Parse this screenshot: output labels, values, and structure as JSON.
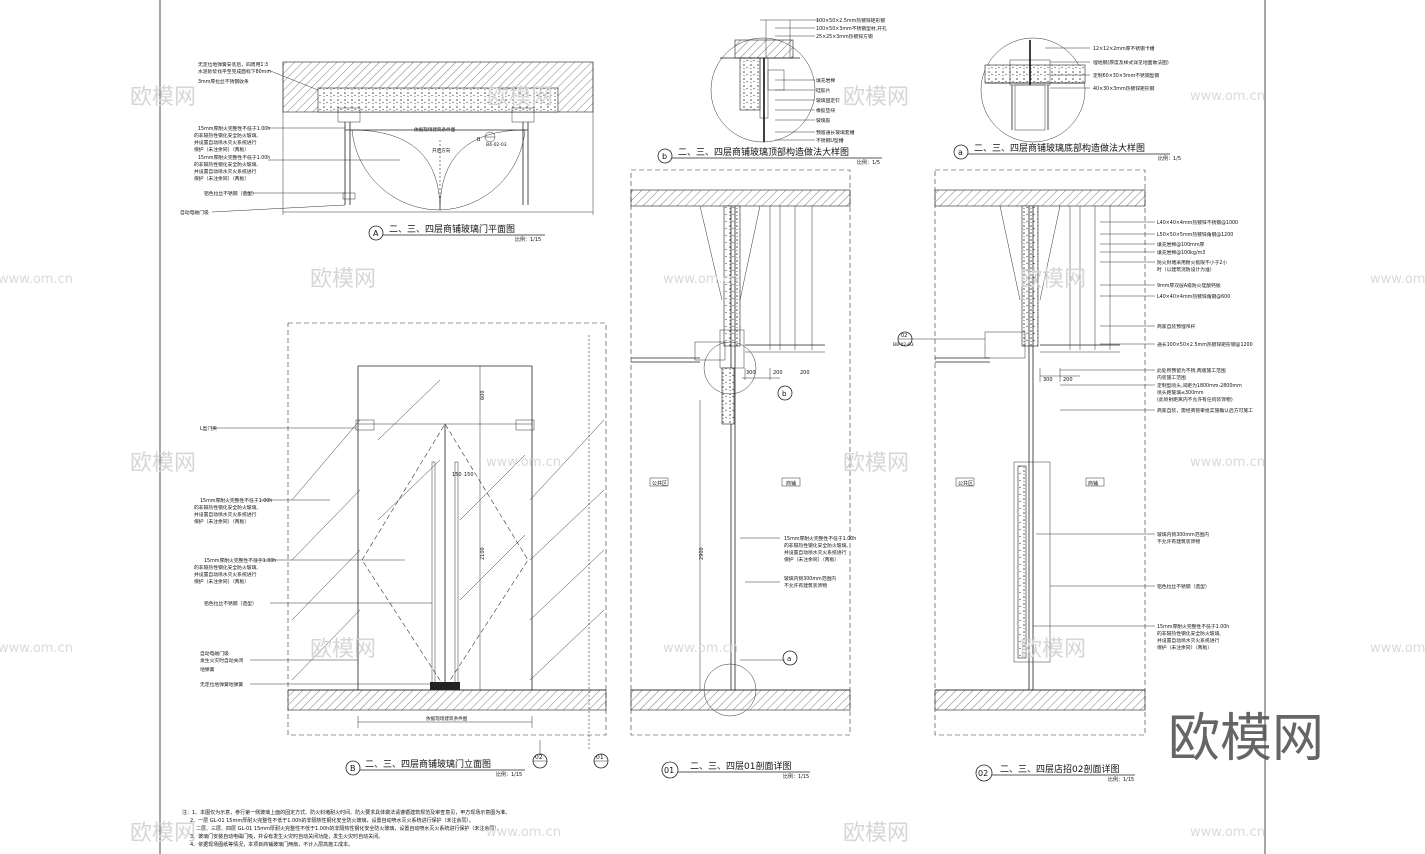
{
  "watermark": {
    "brand": "欧模网",
    "url": "www.om.cn"
  },
  "plan_A": {
    "marker": "A",
    "title": "二、三、四层商铺玻璃门平面图",
    "scale": "比例：1/15",
    "ref_marker": "B",
    "labels": [
      "无定位地弹簧安装后，四周用1:3",
      "水泥砂浆找平至完成面标下80mm",
      "3mm厚拉丝不锈钢收条",
      "15mm厚耐火完整性不低于1.00h",
      "的非隔热性钢化安全防火玻璃,",
      "并设置自动喷水灭火系统进行",
      "保护（未注余同）（两板）",
      "15mm厚耐火完整性不低于1.00h",
      "的非隔热性钢化安全防火玻璃,",
      "并设置自动喷水灭火系统进行",
      "保护（未注余同）（两板）",
      "铝色拉丝不锈钢（造型）",
      "自动电磁门吸"
    ],
    "dim_text": "依据现场建筑条件图",
    "center_text": "开启方向"
  },
  "detail_b": {
    "marker": "b",
    "title": "二、三、四层商铺玻璃顶部构造做法大样图",
    "scale": "比例：1/5",
    "labels": [
      "100×50×2.5mm热镀锌矩形钢",
      "100×50×3mm不锈钢型材,开孔",
      "25×25×3mm热镀锌方钢",
      "填充岩棉",
      "硅胶片",
      "玻璃固定钉",
      "橡胶垫块",
      "玻璃胶",
      "预留通长玻璃套槽",
      "不锈钢U型槽"
    ]
  },
  "detail_a": {
    "marker": "a",
    "title": "二、三、四层商铺玻璃底部构造做法大样图",
    "scale": "比例：1/5",
    "labels": [
      "12×12×2mm厚不锈钢卡槽",
      "埋地钢(厚度及样式详见地面做法图)",
      "定制60×30×3mm不锈钢型钢",
      "40×30×3mm热镀锌矩形钢"
    ]
  },
  "elev_B": {
    "marker": "B",
    "title": "二、三、四层商铺玻璃门立面图",
    "scale": "比例：1/15",
    "ref1": "02",
    "ref2": "01",
    "labels": [
      "L型门夹",
      "15mm厚耐火完整性不低于1.00h",
      "的非隔热性钢化安全防火玻璃,",
      "并设置自动喷水灭火系统进行",
      "保护（未注余同）（两板）",
      "15mm厚耐火完整性不低于1.00h",
      "的非隔热性钢化安全防火玻璃,",
      "并设置自动喷水灭火系统进行",
      "保护（未注余同）（两板）",
      "铝色拉丝不锈钢（造型）",
      "自动电磁门吸",
      "发生火灾时自动关闭",
      "地弹簧",
      "无定位地弹簧地弹簧"
    ],
    "dims": [
      "150",
      "150",
      "2100",
      "600"
    ],
    "bottom_dim": "依据现场建筑条件图"
  },
  "section_01": {
    "marker": "01",
    "title": "二、三、四层01剖面详图",
    "scale": "比例：1/15",
    "ref_b": "b",
    "ref_a": "a",
    "left_tag": "公共区",
    "right_tag": "商铺",
    "labels": [
      "15mm厚耐火完整性不低于1.00h",
      "的非隔热性钢化安全防火玻璃,",
      "并设置自动喷水灭火系统进行",
      "保护（未注余同）（两板）",
      "玻璃内侧300mm范围内",
      "不允许有建筑装饰物"
    ],
    "dims": [
      "300",
      "200",
      "200",
      "2900"
    ]
  },
  "section_02": {
    "marker": "02",
    "title": "二、三、四层店招02剖面详图",
    "scale": "比例：1/15",
    "ref": "02",
    "ref_sub": "B8-02-03",
    "left_tag": "公共区",
    "right_tag": "商铺",
    "labels": [
      "L40×40×4mm热镀锌不锈钢@1000",
      "L50×50×5mm热镀锌角钢@1200",
      "填充岩棉@100mm厚",
      "填充岩棉@100kg/m3",
      "防火封堵采用耐火极限不小于2小",
      "时（以建筑消防设计为准）",
      "9mm厚双层A级防火硅酸钙板",
      "L40×40×4mm热镀锌角钢@600",
      "商家自装预埋吊杆",
      "通长100×50×2.5mm热镀锌矩形钢@1200",
      "此处所预留为不锈,两版施工范围",
      "内装施工范围",
      "定制型喷头,间距为1800mm-2800mm",
      "喷头距玻璃≤300mm",
      "(此喷射距离内不允许有任何装饰物)",
      "商家自装，需经商管审批实施确认后方可施工",
      "玻璃内侧300mm范围内",
      "不允许有建筑装饰物",
      "铝色拉丝不锈钢（造型）",
      "15mm厚耐火完整性不低于1.00h",
      "的非隔热性钢化安全防火玻璃,",
      "并设置自动喷水灭火系统进行",
      "保护（未注余同）（两板）"
    ],
    "dims": [
      "300",
      "200"
    ]
  },
  "notes": [
    "注：1、本图仅为示意，参行第一侧玻璃上面的固定方式、防火封堵耐火时间、防火要求具体做法请遵循建筑规范及审查意见，甲方现场示意图为准。",
    "2、一层 GL-01 15mm厚耐火完整性不低于1.00h的非隔热性钢化安全防火玻璃，设置自动喷水灭火系统进行保护（未注余同）。",
    "二层、三层、四层 GL-01 15mm厚耐火完整性不低于1.00h的非隔热性钢化安全防火玻璃，设置自动喷水灭火系统进行保护（未注余同）。",
    "3、玻璃门安装自动电磁门吸，并设有发生火灾时自动关闭功能，发生火灾时自动关闭。",
    "4、依据现场图纸等情况，本项目商铺玻璃门两扇，不计入层高施工成本。"
  ]
}
